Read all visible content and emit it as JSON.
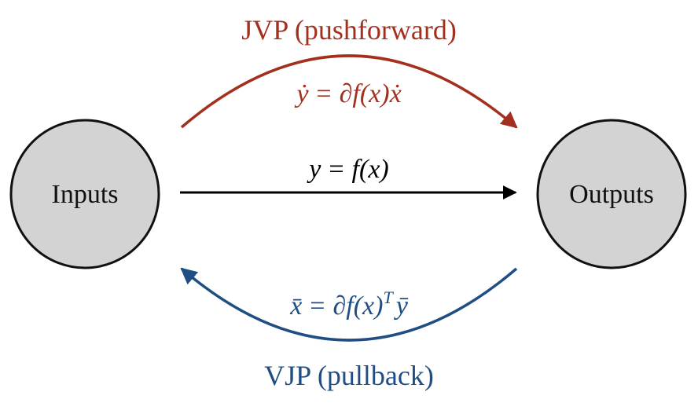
{
  "nodes": {
    "inputs_label": "Inputs",
    "outputs_label": "Outputs"
  },
  "jvp": {
    "title": "JVP (pushforward)",
    "eq": {
      "lhs": "ẏ",
      "eq": "=",
      "rhs": "∂f(x)ẋ"
    }
  },
  "forward": {
    "eq": {
      "lhs": "y",
      "eq": "=",
      "rhs": "f(x)"
    }
  },
  "vjp": {
    "title": "VJP (pullback)",
    "eq": {
      "lhs": "x̄",
      "eq": "=",
      "rhs_main": "∂f(x)",
      "superscript": "T",
      "rhs_tail": "ȳ"
    }
  },
  "colors": {
    "jvp": "#a3301f",
    "vjp": "#1f4e85",
    "forward": "#000000",
    "node_fill": "#d3d3d3",
    "node_stroke": "#111111"
  }
}
